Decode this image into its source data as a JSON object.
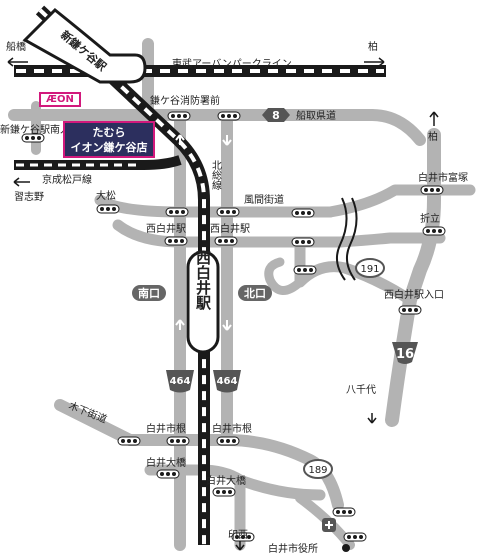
{
  "labels": {
    "funabashi": "船橋",
    "kashiwa_left": "柏",
    "kashiwa_right": "柏",
    "tobu_line": "東武アーバンパークライン",
    "shinkamagaya_sta": "新鎌ケ谷駅",
    "kamagaya_fire": "鎌ケ谷消防署前",
    "funatori_rd": "船取県道",
    "route8": "8",
    "shinkamagaya_minami": "新鎌ケ谷駅南入口",
    "keisei_matsudo": "京成松戸線",
    "narashino": "習志野",
    "hokuso_line": "北総線",
    "omatsu": "大松",
    "kazama_kaido": "風間街道",
    "shiroi_tomizuka": "白井市富塚",
    "oritate": "折立",
    "nishishiroi_sta_left": "西白井駅",
    "nishishiroi_sta_right": "西白井駅",
    "route191": "191",
    "minamiguchi": "南口",
    "kitaguchi": "北口",
    "nishishiroi_big": "西白井駅",
    "nishishiroi_entrance": "西白井駅入口",
    "route16": "16",
    "route464_left": "464",
    "route464_right": "464",
    "yachiyo": "八千代",
    "kinoshita_kaido": "木下街道",
    "shiroi_shimone_left": "白井市根",
    "shiroi_shimone_right": "白井市根",
    "shiroi_ohashi_left": "白井大橋",
    "shiroi_ohashi_right": "白井大橋",
    "route189": "189",
    "inzai": "印西",
    "shiroi_city_hall": "白井市役所"
  },
  "store": {
    "brand": "ÆON",
    "line1": "たむら",
    "line2": "イオン鎌ケ谷店"
  },
  "colors": {
    "road": "#b3b3b3",
    "rail": "#1a1a1a",
    "store_bg": "#2c2f5e",
    "store_border": "#d2197c",
    "signal": "#1a1a1a"
  }
}
